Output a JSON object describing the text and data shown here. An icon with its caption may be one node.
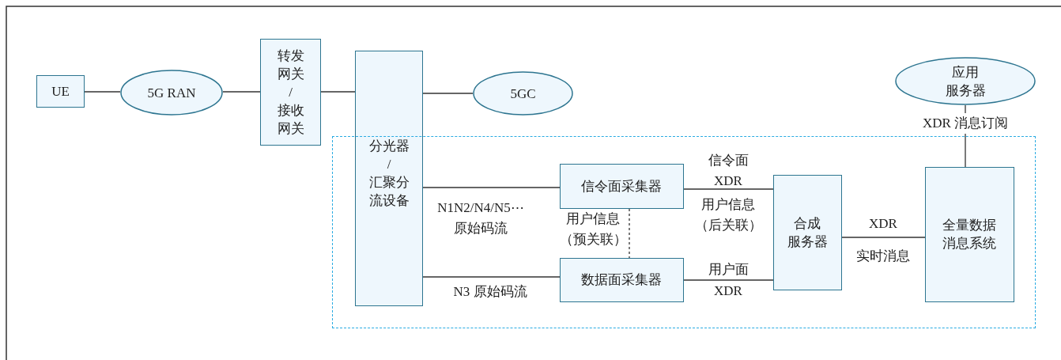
{
  "diagram": {
    "nodes": [
      {
        "text": [
          "UE"
        ]
      },
      {
        "text": [
          "5G RAN"
        ]
      },
      {
        "text": [
          "转发网关/接收网关"
        ]
      },
      {
        "text": [
          "分光器/汇聚分流设备"
        ]
      },
      {
        "text": [
          "5GC"
        ]
      },
      {
        "text": [
          "应用服务器"
        ]
      },
      {
        "text": [],
        "shape": "box"
      },
      {
        "text": [
          "信令面采集器"
        ],
        "in": 6
      },
      {
        "text": [
          "数据面采集器"
        ],
        "in": 6
      },
      {
        "text": [
          "合成服务器"
        ],
        "in": 6
      },
      {
        "text": [
          "全量数据消息系统"
        ],
        "in": 6
      }
    ],
    "edges": [
      {
        "from": 0,
        "to": 1,
        "arrow": "none"
      },
      {
        "from": 1,
        "to": 2,
        "arrow": "none"
      },
      {
        "from": 2,
        "to": 3,
        "arrow": "none"
      },
      {
        "from": 3,
        "to": 4,
        "arrow": "none"
      },
      {
        "from": 3,
        "to": 7,
        "arrow": "none",
        "label": "N1N2/N4/N5⋯ 原始码流"
      },
      {
        "from": 3,
        "to": 8,
        "arrow": "none",
        "label": "N3 原始码流"
      },
      {
        "from": 7,
        "to": 8,
        "arrow": "none",
        "style": "dashed",
        "label": "用户信息（预关联）"
      },
      {
        "from": 7,
        "to": 9,
        "arrow": "none",
        "label": "信令面 XDR"
      },
      {
        "from": 8,
        "to": 9,
        "arrow": "none",
        "label": "用户面"
      },
      {
        "from": 9,
        "to": 10,
        "arrow": "none",
        "label": "XDR"
      },
      {
        "from": 5,
        "to": 10,
        "arrow": "none",
        "label": "XDR 消息订阅"
      }
    ],
    "labels": [
      "用户信息（后关联）",
      "实时消息",
      "XDR"
    ]
  }
}
